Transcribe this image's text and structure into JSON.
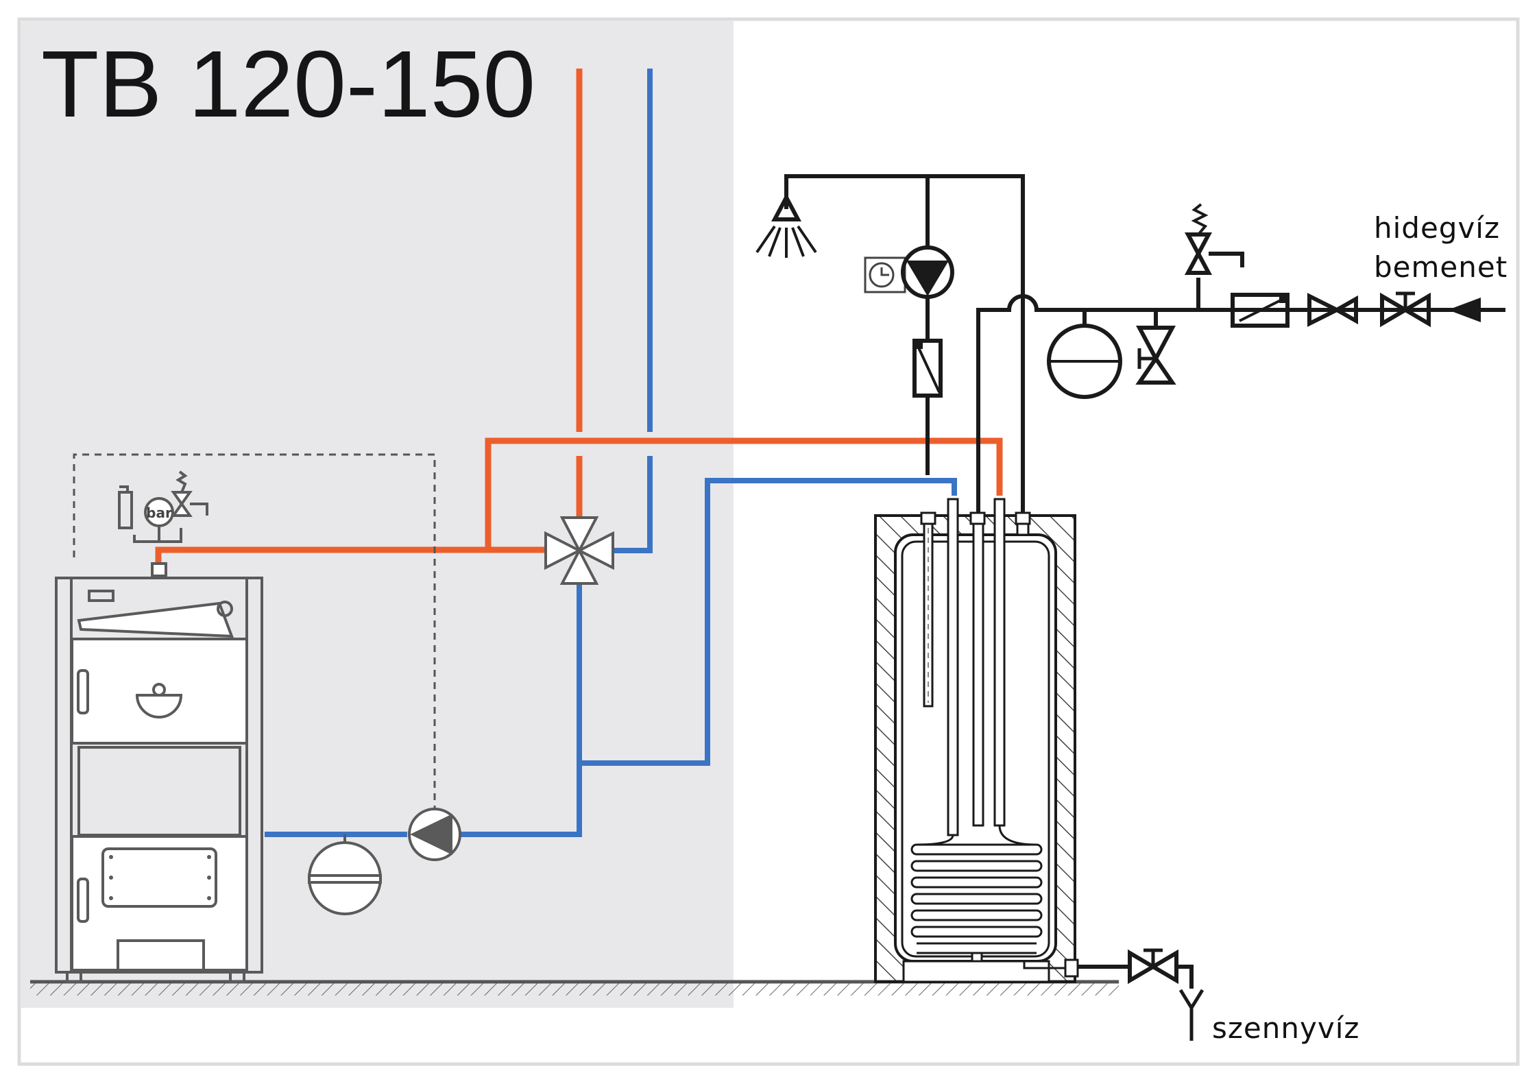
{
  "title": "TB 120-150",
  "labels": {
    "cold_water_inlet_line1": "hidegvíz",
    "cold_water_inlet_line2": "bemenet",
    "waste_water": "szennyvíz",
    "pressure_gauge": "bar"
  },
  "colors": {
    "hot_pipe": "#ec5f2c",
    "cold_pipe": "#3b74c4",
    "panel_bg": "#e8e8eb",
    "dhw_line": "#1a1a1a",
    "equipment_outline": "#5a5a5a"
  },
  "icons": [
    "boiler-icon",
    "expansion-vessel-icon",
    "circulation-pump-icon",
    "mixing-valve-icon",
    "safety-valve-icon",
    "shower-head-icon",
    "timer-clock-icon",
    "check-valve-icon",
    "shutoff-valve-icon",
    "pressure-reducer-icon",
    "water-heater-tank-icon",
    "drain-funnel-icon"
  ]
}
